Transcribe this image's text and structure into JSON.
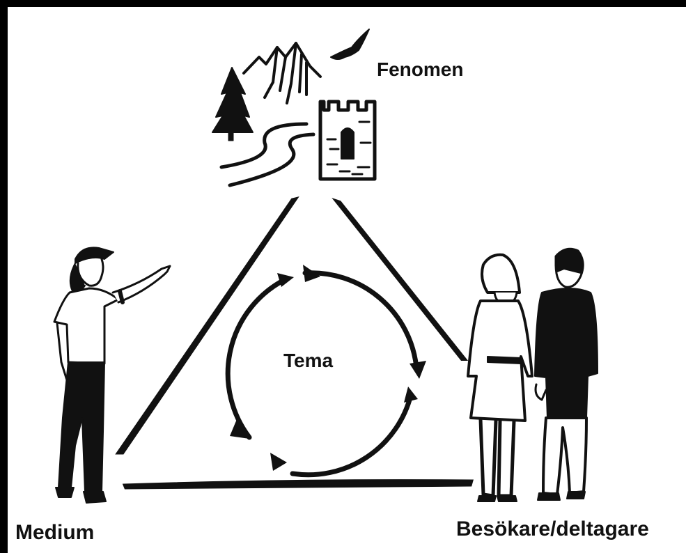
{
  "diagram": {
    "nodes": {
      "top": {
        "label": "Fenomen",
        "icon": "landscape-castle-icon"
      },
      "center": {
        "label": "Tema",
        "icon": "cycle-arrows-icon"
      },
      "left": {
        "label": "Medium",
        "icon": "guide-person-icon"
      },
      "right": {
        "label": "Besökare/deltagare",
        "icon": "visitors-couple-icon"
      }
    },
    "colors": {
      "ink": "#111111",
      "frame": "#000000",
      "paper": "#ffffff"
    }
  }
}
